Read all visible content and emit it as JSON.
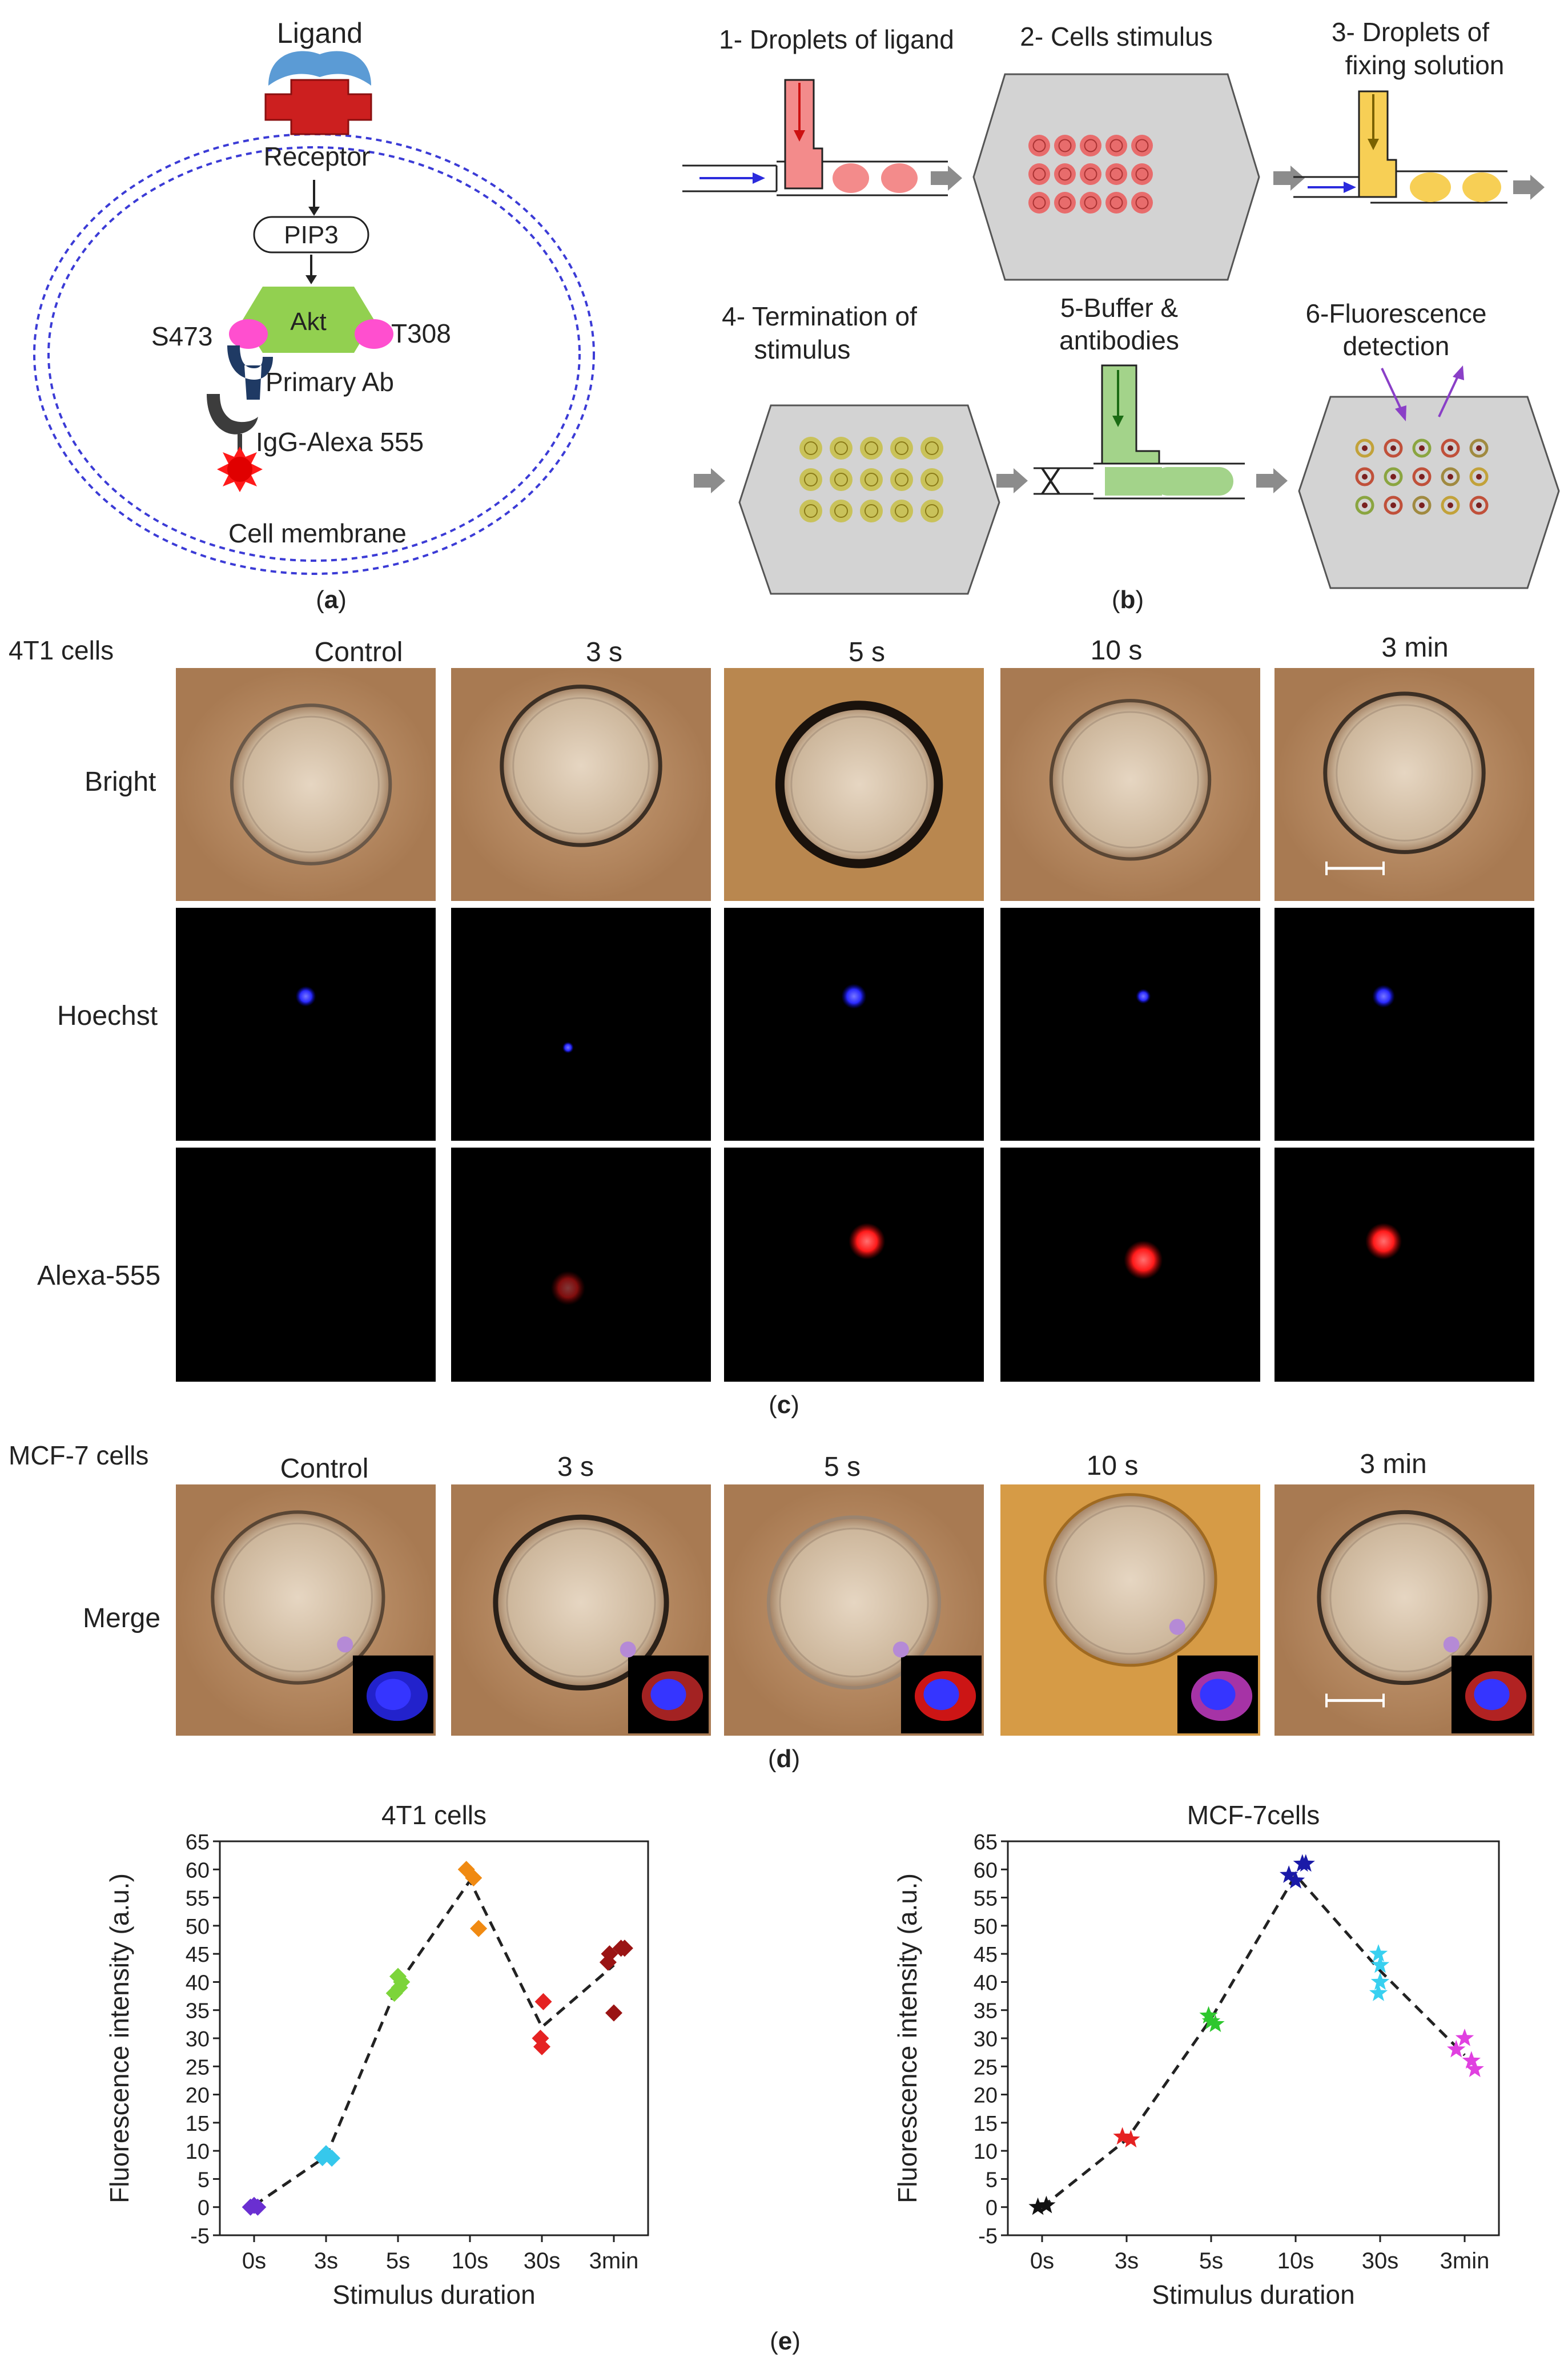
{
  "panel_a": {
    "ligand": "Ligand",
    "receptor": "Receptor",
    "pip3": "PIP3",
    "akt": "Akt",
    "s473": "S473",
    "t308": "T308",
    "primary_ab": "Primary Ab",
    "igg": "IgG-Alexa 555",
    "membrane": "Cell membrane",
    "caption_pre": "(",
    "caption_letter": "a",
    "caption_post": ")"
  },
  "panel_b": {
    "steps": [
      {
        "line1": "1- Droplets of ligand",
        "line2": ""
      },
      {
        "line1": "2- Cells stimulus",
        "line2": ""
      },
      {
        "line1": "3- Droplets of",
        "line2": "fixing solution"
      },
      {
        "line1": "4- Termination of",
        "line2": "stimulus"
      },
      {
        "line1": "5-Buffer &",
        "line2": "antibodies"
      },
      {
        "line1": "6-Fluorescence",
        "line2": "detection"
      }
    ],
    "caption_pre": "(",
    "caption_letter": "b",
    "caption_post": ")"
  },
  "panel_c": {
    "cell_line": "4T1 cells",
    "columns": [
      "Control",
      "3 s",
      "5 s",
      "10 s",
      "3 min"
    ],
    "rows": [
      "Bright",
      "Hoechst",
      "Alexa-555"
    ],
    "caption_pre": "(",
    "caption_letter": "c",
    "caption_post": ")"
  },
  "panel_d": {
    "cell_line": "MCF-7 cells",
    "columns": [
      "Control",
      "3 s",
      "5 s",
      "10 s",
      "3 min"
    ],
    "rows": [
      "Merge"
    ],
    "caption_pre": "(",
    "caption_letter": "d",
    "caption_post": ")"
  },
  "panel_e": {
    "caption_pre": "(",
    "caption_letter": "e",
    "caption_post": ")"
  },
  "colors": {
    "bright_bg": "#b8895c",
    "nucleus_blue": "#2b2bff",
    "alexa_red": "#ff1a1a",
    "ligand_blue": "#5b9bd5",
    "receptor_red": "#cc1f1f",
    "akt_green": "#92d050",
    "phospho_pink": "#ff4fcf",
    "droplet_pink": "#f38b8b",
    "droplet_yellow": "#f7cf55",
    "droplet_green": "#a3d38a"
  },
  "chart_data": [
    {
      "type": "scatter",
      "title": "4T1 cells",
      "xlabel": "Stimulus duration",
      "ylabel": "Fluorescence intensity (a.u.)",
      "categories": [
        "0s",
        "3s",
        "5s",
        "10s",
        "30s",
        "3min"
      ],
      "ylim": [
        -5,
        65
      ],
      "yticks": [
        -5,
        0,
        5,
        10,
        15,
        20,
        25,
        30,
        35,
        40,
        45,
        50,
        55,
        60,
        65
      ],
      "marker": "diamond",
      "point_colors": [
        "#6a2fd1",
        "#36c8ec",
        "#7cd43a",
        "#f08a12",
        "#e52222",
        "#9a1414"
      ],
      "points": [
        [
          0,
          -0.05,
          0
        ],
        [
          0,
          0.0,
          0.3
        ],
        [
          0,
          0.05,
          0
        ],
        [
          1,
          -0.05,
          8.8
        ],
        [
          1,
          0.0,
          9.5
        ],
        [
          1,
          0.08,
          8.7
        ],
        [
          2,
          -0.05,
          38
        ],
        [
          2,
          0.0,
          41
        ],
        [
          2,
          0.05,
          40
        ],
        [
          2,
          0.02,
          39
        ],
        [
          3,
          -0.05,
          60
        ],
        [
          3,
          0.05,
          58.5
        ],
        [
          3,
          0.12,
          49.5
        ],
        [
          4,
          -0.02,
          30
        ],
        [
          4,
          0.0,
          28.5
        ],
        [
          4,
          0.02,
          36.5
        ],
        [
          5,
          -0.08,
          43.5
        ],
        [
          5,
          -0.06,
          45
        ],
        [
          5,
          0.0,
          34.5
        ],
        [
          5,
          0.1,
          46
        ],
        [
          5,
          0.15,
          46
        ]
      ],
      "trend": [
        0.3,
        9.0,
        39.5,
        58.0,
        32.0,
        43.0
      ]
    },
    {
      "type": "scatter",
      "title": "MCF-7cells",
      "xlabel": "Stimulus duration",
      "ylabel": "Fluorescence intensity (a.u.)",
      "categories": [
        "0s",
        "3s",
        "5s",
        "10s",
        "30s",
        "3min"
      ],
      "ylim": [
        -5,
        65
      ],
      "yticks": [
        -5,
        0,
        5,
        10,
        15,
        20,
        25,
        30,
        35,
        40,
        45,
        50,
        55,
        60,
        65
      ],
      "marker": "star",
      "point_colors": [
        "#111111",
        "#e52222",
        "#2ec72e",
        "#1a1aa8",
        "#38d0f0",
        "#e040e0"
      ],
      "points": [
        [
          0,
          -0.05,
          0
        ],
        [
          0,
          0.05,
          0.3
        ],
        [
          1,
          -0.05,
          12.5
        ],
        [
          1,
          0.05,
          12
        ],
        [
          2,
          -0.03,
          34
        ],
        [
          2,
          0.0,
          33
        ],
        [
          2,
          0.05,
          32.5
        ],
        [
          3,
          -0.08,
          59
        ],
        [
          3,
          0.0,
          58
        ],
        [
          3,
          0.08,
          61
        ],
        [
          3,
          0.12,
          61
        ],
        [
          4,
          -0.02,
          45
        ],
        [
          4,
          0.0,
          43
        ],
        [
          4,
          0.0,
          40
        ],
        [
          4,
          -0.02,
          38
        ],
        [
          5,
          -0.1,
          28
        ],
        [
          5,
          0.0,
          30
        ],
        [
          5,
          0.08,
          26
        ],
        [
          5,
          0.12,
          24.5
        ]
      ],
      "trend": [
        0.0,
        12.0,
        33.5,
        59.0,
        42.0,
        27.0
      ]
    }
  ]
}
